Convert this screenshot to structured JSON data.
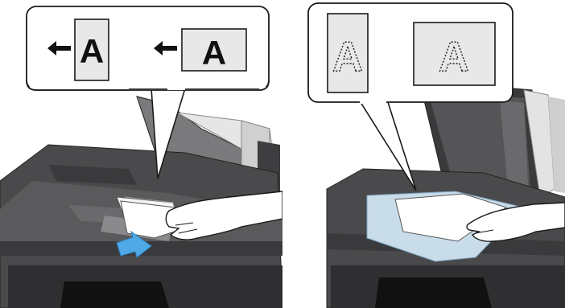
{
  "adf_example": {
    "portrait_letter": "A",
    "landscape_letter": "A",
    "feed_arrow_icon": "arrow-left-icon",
    "insert_arrow_icon": "arrow-icon"
  },
  "glass_example": {
    "portrait_letter": "A",
    "landscape_letter": "A"
  },
  "colors": {
    "machine_dark": "#4a4a4c",
    "machine_mid": "#5a5a5c",
    "machine_light": "#c9c9ca",
    "card_fill": "#e8e8e8",
    "glass_blue": "#c9dcea",
    "arrow_blue": "#4ea9e6",
    "outline": "#1a1a1a"
  }
}
